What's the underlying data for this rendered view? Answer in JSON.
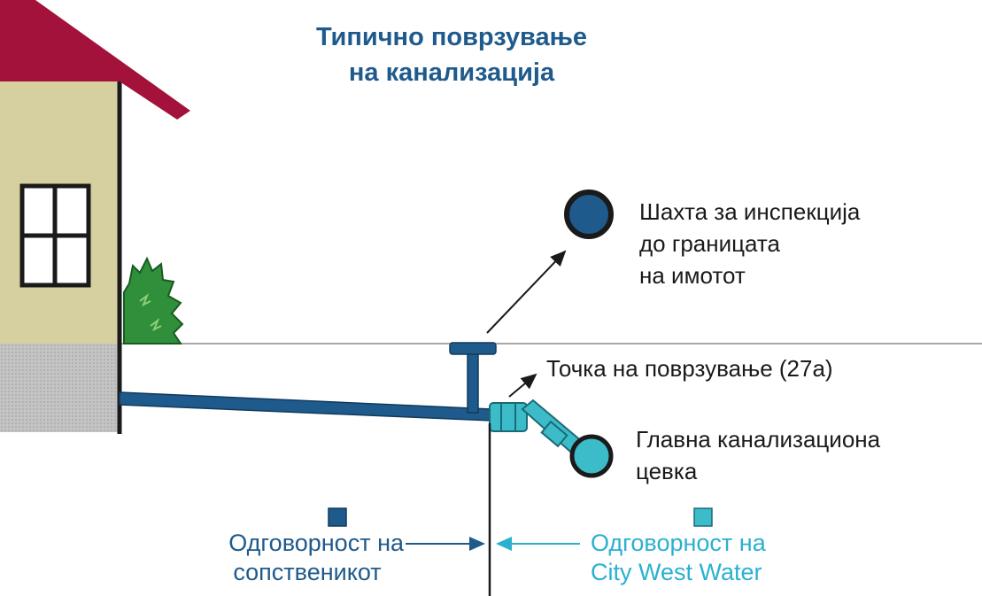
{
  "title": {
    "line1": "Типично поврзување",
    "line2": "на канализација"
  },
  "labels": {
    "inspection_shaft": [
      "Шахта за инспекција",
      "до границата",
      "на имотот"
    ],
    "connection_point": "Точка на поврзување (27а)",
    "main_sewer": [
      "Главна канализациона",
      "цевка"
    ]
  },
  "legend": {
    "owner": [
      "Одговорност на",
      "сопственикот"
    ],
    "utility": [
      "Одговорност на",
      "City West Water"
    ]
  },
  "colors": {
    "title": "#1f5a8c",
    "owner_pipe": "#1f5a8c",
    "utility_pipe": "#3bbcc8",
    "roof": "#a3123a",
    "wall": "#d6d0a0",
    "ground": "#b0b0b0",
    "bush": "#2f8f3a",
    "owner_text": "#1f5a8c",
    "utility_text": "#2bb0d0"
  },
  "icons": {
    "roof": "roof-shape",
    "window": "window-icon",
    "bush": "bush-icon",
    "manhole": "inspection-shaft-icon",
    "arrow": "arrow-icon"
  }
}
